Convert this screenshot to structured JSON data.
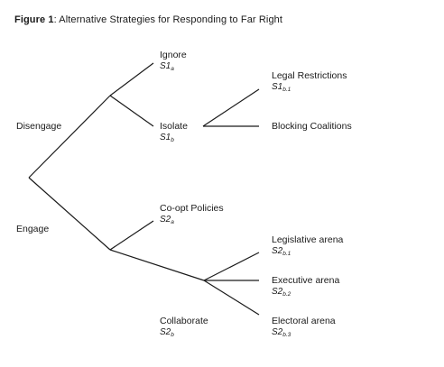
{
  "figure": {
    "label": "Figure 1",
    "title": ": Alternative Strategies for Responding to Far Right"
  },
  "branches": {
    "disengage": "Disengage",
    "engage": "Engage"
  },
  "nodes": {
    "ignore": {
      "label": "Ignore",
      "code": "S1",
      "sub": "a"
    },
    "isolate": {
      "label": "Isolate",
      "code": "S1",
      "sub": "b"
    },
    "legal": {
      "label": "Legal Restrictions",
      "code": "S1",
      "sub": "b.1"
    },
    "blocking": {
      "label": "Blocking Coalitions"
    },
    "coopt": {
      "label": "Co-opt Policies",
      "code": "S2",
      "sub": "a"
    },
    "collaborate": {
      "label": "Collaborate",
      "code": "S2",
      "sub": "b"
    },
    "legislative": {
      "label": "Legislative arena",
      "code": "S2",
      "sub": "b.1"
    },
    "executive": {
      "label": "Executive arena",
      "code": "S2",
      "sub": "b.2"
    },
    "electoral": {
      "label": "Electoral arena",
      "code": "S2",
      "sub": "b.3"
    }
  },
  "colors": {
    "line": "#1a1a1a",
    "text": "#1a1a1a"
  }
}
